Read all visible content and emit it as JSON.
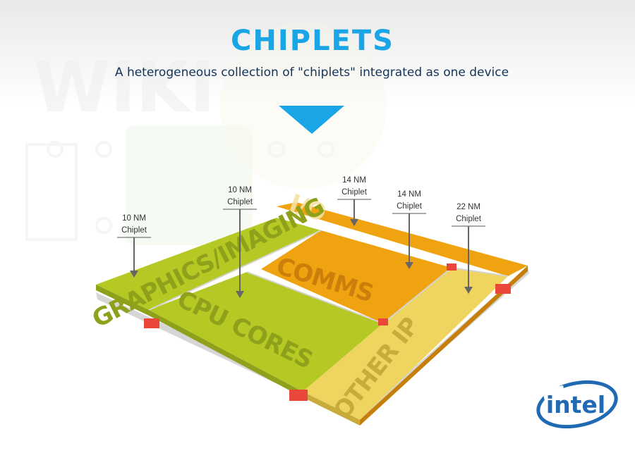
{
  "header": {
    "title": "CHIPLETS",
    "subtitle": "A heterogeneous collection of \"chiplets\" integrated as one device"
  },
  "blocks": [
    {
      "key": "io",
      "label": "I/O",
      "color": "#f0a311"
    },
    {
      "key": "graphics",
      "label": "GRAPHICS/IMAGING",
      "color": "#b5c823"
    },
    {
      "key": "comms",
      "label": "COMMS",
      "color": "#f0a311"
    },
    {
      "key": "cpu",
      "label": "CPU CORES",
      "color": "#b5c823"
    },
    {
      "key": "other",
      "label": "OTHER IP",
      "color": "#f0d460"
    }
  ],
  "callouts": [
    {
      "node": "10 NM",
      "kind": "Chiplet"
    },
    {
      "node": "10 NM",
      "kind": "Chiplet"
    },
    {
      "node": "14 NM",
      "kind": "Chiplet"
    },
    {
      "node": "14 NM",
      "kind": "Chiplet"
    },
    {
      "node": "22 NM",
      "kind": "Chiplet"
    }
  ],
  "watermark": "WIKI",
  "logo": {
    "text": "intel",
    "color": "#1f6ab3"
  },
  "colors": {
    "title": "#1aa6e6",
    "subtitle": "#12345a",
    "arrow": "#1aa6e6",
    "text": "#333333"
  }
}
